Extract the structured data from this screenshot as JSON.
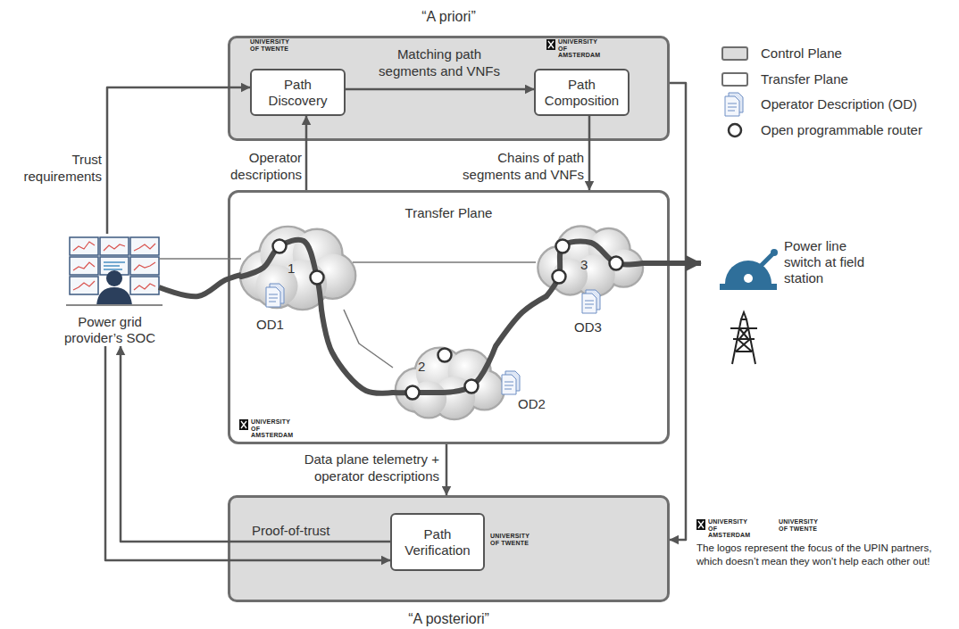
{
  "diagram": {
    "nodes": [
      {
        "text": [
          "“A priori”"
        ]
      },
      {
        "text": [
          "Path Discovery"
        ],
        "in": 0
      },
      {
        "text": [
          "Path Composition"
        ],
        "in": 0
      },
      {
        "text": [
          "Power grid provider’s SOC"
        ]
      },
      {
        "text": [
          "Transfer Plane"
        ]
      },
      {
        "text": [
          "1",
          "OD1"
        ],
        "in": 4
      },
      {
        "text": [
          "2",
          "OD2"
        ],
        "in": 4
      },
      {
        "text": [
          "3",
          "OD3"
        ],
        "in": 4
      },
      {
        "text": [
          "Power line switch at field station"
        ]
      },
      {
        "text": [
          "“A posteriori”"
        ]
      },
      {
        "text": [
          "Path Verification"
        ],
        "in": 9
      }
    ],
    "edges": [
      {
        "from": 3,
        "to": 1,
        "arrow": "to",
        "label": "Trust requirements"
      },
      {
        "from": 1,
        "to": 2,
        "arrow": "to",
        "label": "Matching path segments and VNFs"
      },
      {
        "from": 4,
        "to": 1,
        "arrow": "to",
        "label": "Operator descriptions"
      },
      {
        "from": 2,
        "to": 4,
        "arrow": "to",
        "label": "Chains of path segments and VNFs"
      },
      {
        "from": 4,
        "to": 9,
        "arrow": "to",
        "label": "Data plane telemetry + operator descriptions"
      },
      {
        "from": 0,
        "to": 9,
        "arrow": "to"
      },
      {
        "from": 10,
        "to": 3,
        "arrow": "to",
        "label": "Proof-of-trust"
      },
      {
        "from": 3,
        "to": 10,
        "arrow": "to"
      },
      {
        "from": 3,
        "to": 5,
        "arrow": "none"
      },
      {
        "from": 5,
        "to": 6,
        "arrow": "none"
      },
      {
        "from": 6,
        "to": 7,
        "arrow": "none"
      },
      {
        "from": 7,
        "to": 8,
        "arrow": "to"
      },
      {
        "from": 3,
        "to": 5,
        "arrow": "none"
      },
      {
        "from": 5,
        "to": 7,
        "arrow": "none"
      },
      {
        "from": 5,
        "to": 6,
        "arrow": "none"
      }
    ],
    "labels": [
      "UNIVERSITY OF TWENTE",
      "UNIVERSITY OF AMSTERDAM",
      "UNIVERSITY OF AMSTERDAM",
      "UNIVERSITY OF TWENTE",
      "UNIVERSITY OF AMSTERDAM",
      "UNIVERSITY OF TWENTE",
      "The logos represent the focus of the UPIN partners, which doesn’t mean they won’t help each other out!"
    ],
    "legend": [
      {
        "text": "Control Plane",
        "color": "#dcdcdc"
      },
      {
        "text": "Transfer Plane",
        "color": "#ffffff"
      },
      {
        "text": "Operator Description (OD)"
      },
      {
        "text": "Open programmable router"
      }
    ]
  }
}
